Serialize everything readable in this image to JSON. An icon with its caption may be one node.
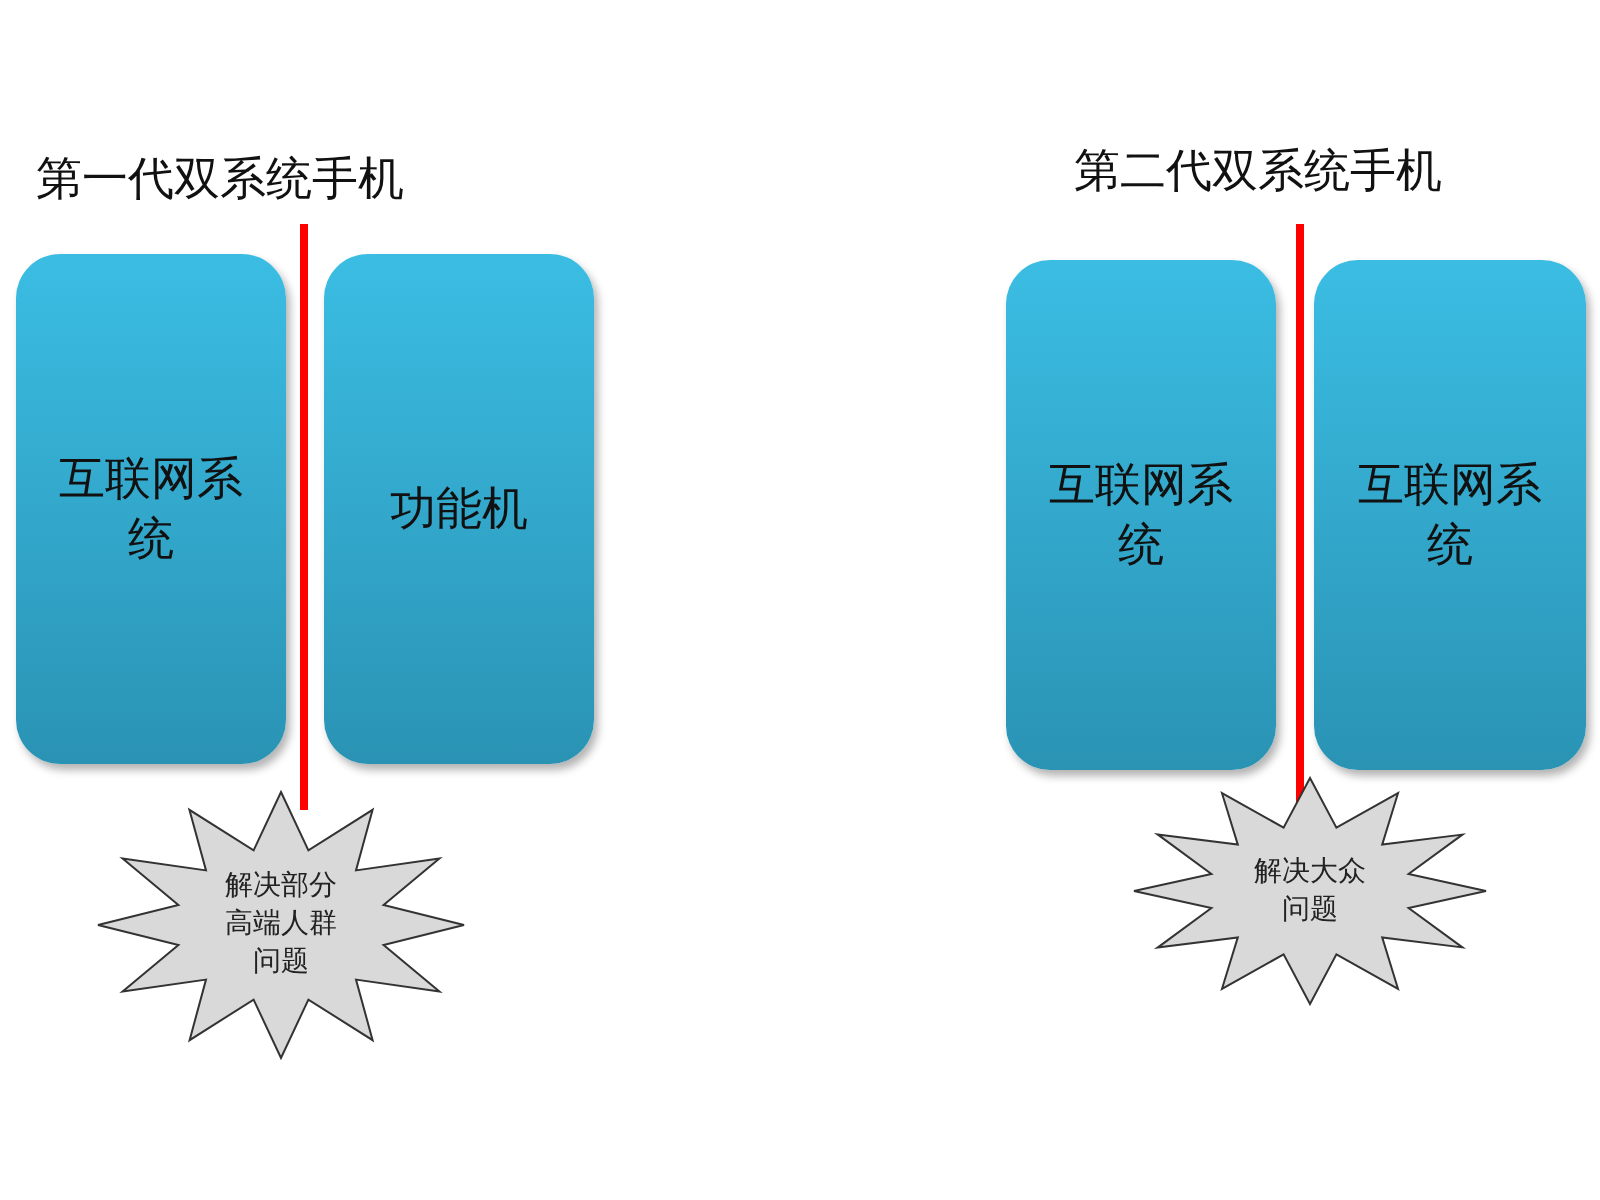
{
  "diagram": {
    "nodes": [
      {
        "text": [
          "互联网系统"
        ]
      },
      {
        "text": [
          "功能机"
        ]
      },
      {
        "text": [
          "解决部分高端人群问题"
        ]
      },
      {
        "text": [
          "互联网系统"
        ]
      },
      {
        "text": [
          "互联网系统"
        ]
      },
      {
        "text": [
          "解决大众问题"
        ]
      }
    ],
    "labels": [
      "第一代双系统手机",
      "第二代双系统手机"
    ]
  }
}
